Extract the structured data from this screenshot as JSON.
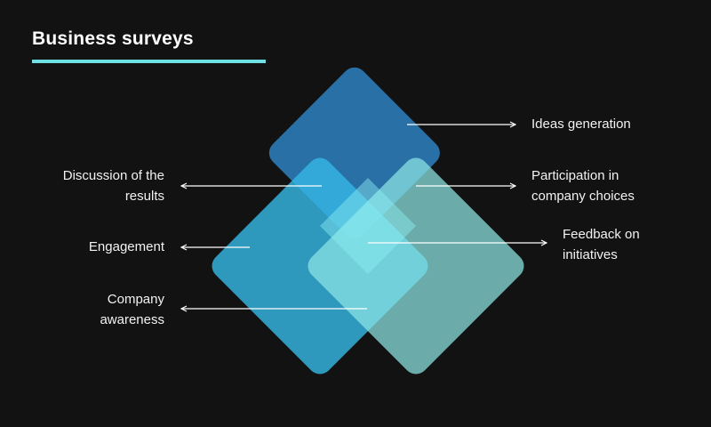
{
  "title": "Business surveys",
  "colors": {
    "background": "#121212",
    "accent": "#6ee0e2",
    "diamond_top": "#2a78b3",
    "diamond_left": "#34b3de",
    "diamond_right": "#7fd6d6",
    "diamond_center": "#7ce7ee"
  },
  "labels": {
    "ideas_generation": "Ideas generation",
    "discussion_line1": "Discussion of the",
    "discussion_line2": "results",
    "participation_line1": "Participation in",
    "participation_line2": "company choices",
    "engagement": "Engagement",
    "feedback_line1": "Feedback on",
    "feedback_line2": "initiatives",
    "awareness_line1": "Company",
    "awareness_line2": "awareness"
  }
}
